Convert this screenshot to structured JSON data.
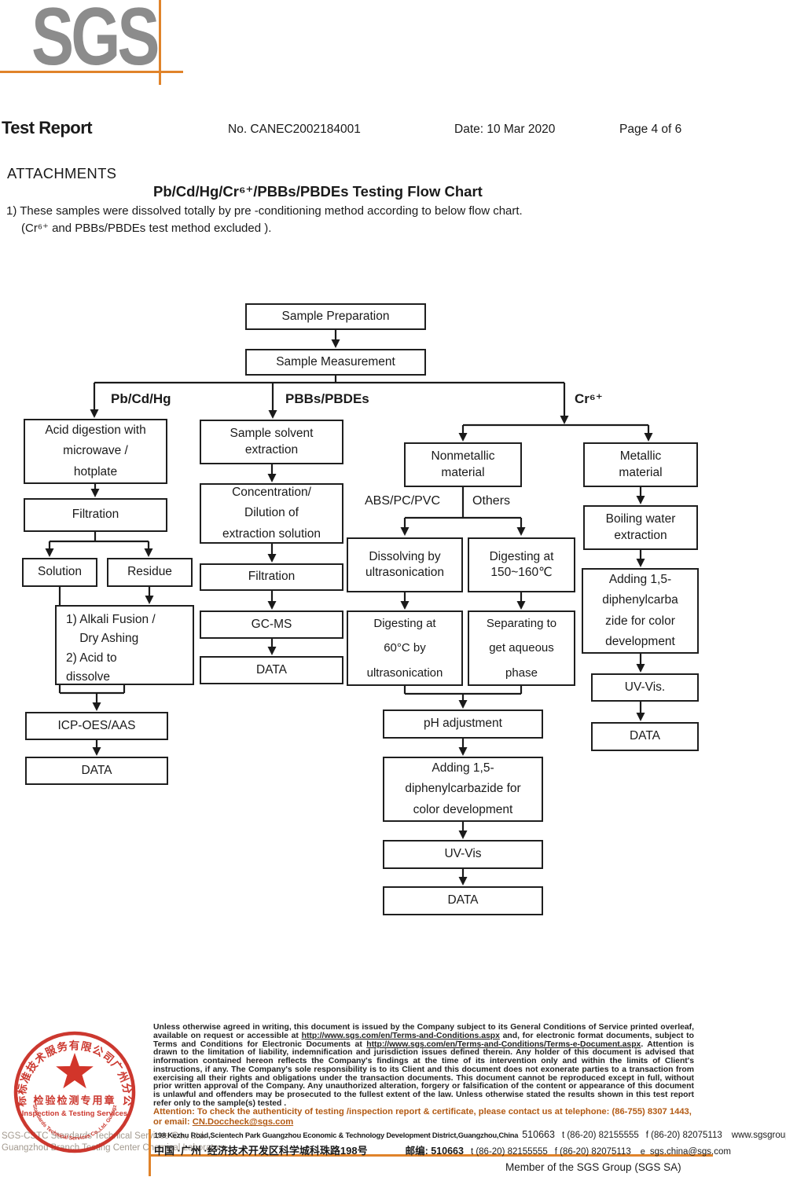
{
  "header": {
    "logo_text": "SGS",
    "title": "Test Report",
    "report_no": "No. CANEC2002184001",
    "date": "Date: 10 Mar 2020",
    "page_info": "Page 4 of 6"
  },
  "attachments": {
    "heading": "ATTACHMENTS",
    "flow_chart_title": "Pb/Cd/Hg/Cr⁶⁺/PBBs/PBDEs Testing Flow Chart",
    "note_line1": "1) These samples were dissolved totally by pre -conditioning method according to below flow chart.",
    "note_line2": "(Cr⁶⁺ and PBBs/PBDEs test method excluded )."
  },
  "flowchart": {
    "branch_labels": {
      "pb_cd_hg": "Pb/Cd/Hg",
      "pbbs_pbdes": "PBBs/PBDEs",
      "cr6": "Cr⁶⁺",
      "abs_pc_pvc": "ABS/PC/PVC",
      "others": "Others"
    },
    "nodes": {
      "sample_preparation": "Sample Preparation",
      "sample_measurement": "Sample Measurement",
      "acid_digestion": "Acid digestion with\nmicrowave /\nhotplate",
      "filtration_left": "Filtration",
      "solution": "Solution",
      "residue": "Residue",
      "alkali_fusion": "1) Alkali Fusion /\n    Dry Ashing\n2) Acid to\ndissolve",
      "icp_oes_aas": "ICP-OES/AAS",
      "data_left": "DATA",
      "solvent_extraction": "Sample solvent\nextraction",
      "concentration": "Concentration/\nDilution of\nextraction solution",
      "filtration_mid": "Filtration",
      "gc_ms": "GC-MS",
      "data_mid": "DATA",
      "nonmetallic": "Nonmetallic\nmaterial",
      "metallic": "Metallic\nmaterial",
      "dissolving": "Dissolving by\nultrasonication",
      "digesting_150": "Digesting at\n150~160℃",
      "digesting_60": "Digesting at\n60°C by\nultrasonication",
      "separating": "Separating to\nget aqueous\nphase",
      "ph_adjustment": "pH adjustment",
      "adding_dpc_mid": "Adding 1,5-\ndiphenylcarbazide for\ncolor development",
      "uv_vis_mid": "UV-Vis",
      "data_bottom": "DATA",
      "boiling_water": "Boiling water\nextraction",
      "adding_dpc_right": "Adding 1,5-\ndiphenylcarba\nzide for color\ndevelopment",
      "uv_vis_right": "UV-Vis.",
      "data_right": "DATA"
    }
  },
  "stamp": {
    "arc_top": "通标标准技术服务有限公司广州分公司",
    "line1": "检验检测专用章",
    "line2": "Inspection & Testing Services",
    "arc_bottom": "SGS-CSTC Standards Technical Services Co.,Ltd. Guangzhou Branch"
  },
  "footer": {
    "company_line1": "SGS-CSTC Standards Technical Services Co., Ltd.",
    "company_line2": "Guangzhou Branch Testing Center Chemical Laboratory.",
    "legal": {
      "seg1": "Unless otherwise agreed in writing, this document is issued by the Company subject to its General Conditions of Service printed overleaf, available on request or accessible at ",
      "url1": "http://www.sgs.com/en/Terms-and-Conditions.aspx",
      "seg2": " and, for electronic format documents, subject to Terms and Conditions for Electronic Documents at ",
      "url2": "http://www.sgs.com/en/Terms-and-Conditions/Terms-e-Document.aspx",
      "seg3": ". Attention is drawn to the limitation of liability, indemnification and jurisdiction issues defined therein. Any holder of this document is advised that information contained hereon reflects the Company's findings at the time of its intervention only and within the limits of Client's instructions, if any. The Company's sole responsibility is to its Client and this document does not exonerate parties to a transaction from exercising all their rights and obligations under the transaction documents. This document cannot be reproduced except in full, without prior written approval of the Company. Any unauthorized alteration, forgery or falsification of the content or appearance of this document is unlawful and offenders may be prosecuted to the fullest extent of the law. Unless otherwise stated the results shown in this test report refer only to the sample(s) tested ."
    },
    "attention": {
      "line1": "Attention: To check the authenticity of testing /inspection report & certificate, please contact us at telephone: (86-755) 8307 1443,",
      "email_prefix": "or email: ",
      "email": "CN.Doccheck@sgs.com"
    },
    "address_en": {
      "street": "198 Kezhu Road,Scientech Park Guangzhou Economic & Technology Development District,Guangzhou,China",
      "postal": "510663",
      "tel": "t (86-20) 82155555",
      "fax": "f (86-20) 82075113",
      "web": "www.sgsgroup.com.cn"
    },
    "address_cn": {
      "street": "中国 ·广州 ·经济技术开发区科学城科珠路198号",
      "postal_label": "邮编: 510663",
      "tel": "t (86-20) 82155555",
      "fax": "f (86-20) 82075113",
      "email_label": "e",
      "email": "sgs.china@sgs.com"
    },
    "member": "Member of the SGS Group (SGS SA)"
  },
  "colors": {
    "accent_orange": "#e0832a",
    "stamp_red": "#c8281e",
    "attention_orange": "#b35a13",
    "logo_gray": "#8c8c8c"
  }
}
